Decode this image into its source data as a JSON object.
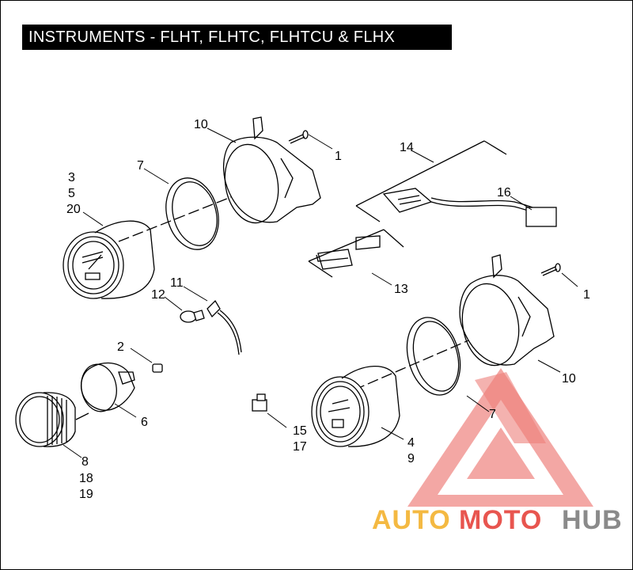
{
  "title": "INSTRUMENTS - FLHT, FLHTC, FLHTCU & FLHX",
  "callouts": {
    "c1a": "1",
    "c1b": "1",
    "c2": "2",
    "c3": "3",
    "c5": "5",
    "c20": "20",
    "c4": "4",
    "c9": "9",
    "c6": "6",
    "c7a": "7",
    "c7b": "7",
    "c8": "8",
    "c18": "18",
    "c19": "19",
    "c10a": "10",
    "c10b": "10",
    "c11": "11",
    "c12": "12",
    "c13": "13",
    "c14": "14",
    "c15": "15",
    "c16": "16",
    "c17": "17"
  },
  "watermark": {
    "part1": "AUTO",
    "part2": "MOTO",
    "part3": "HUB"
  },
  "colors": {
    "watermark_red": "#e8554f",
    "watermark_orange": "#f4b942",
    "watermark_gray": "#8a8a8a"
  }
}
